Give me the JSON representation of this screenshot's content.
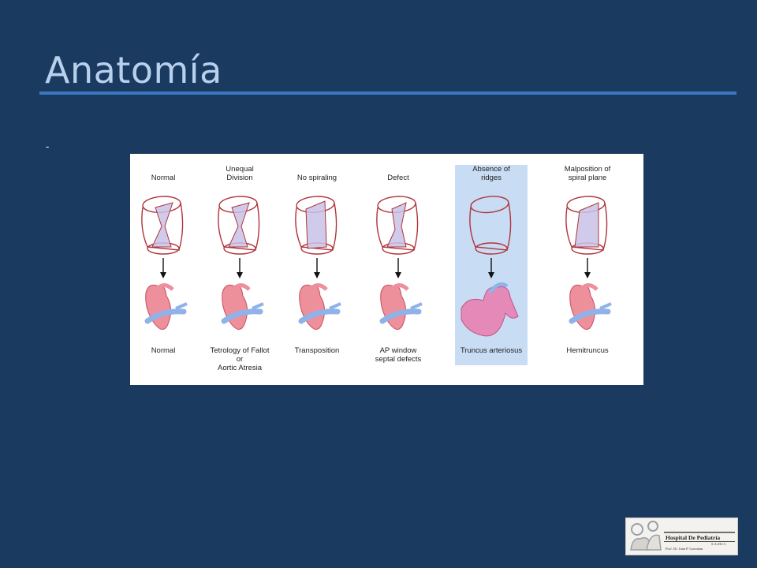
{
  "slide": {
    "title": "Anatomía",
    "bullet": "-"
  },
  "figure": {
    "columns": [
      {
        "top_label": [
          "Normal"
        ],
        "bottom_label": [
          "Normal"
        ],
        "highlighted": false
      },
      {
        "top_label": [
          "Unequal",
          "Division"
        ],
        "bottom_label": [
          "Tetrology of Fallot",
          "or",
          "Aortic Atresia"
        ],
        "highlighted": false
      },
      {
        "top_label": [
          "No spiraling"
        ],
        "bottom_label": [
          "Transposition"
        ],
        "highlighted": false
      },
      {
        "top_label": [
          "Defect"
        ],
        "bottom_label": [
          "AP window",
          "septal defects"
        ],
        "highlighted": false
      },
      {
        "top_label": [
          "Absence of",
          "ridges"
        ],
        "bottom_label": [
          "Truncus arteriosus"
        ],
        "highlighted": true
      },
      {
        "top_label": [
          "Malposition of",
          "spiral plane"
        ],
        "bottom_label": [
          "Hemitruncus"
        ],
        "highlighted": false
      }
    ]
  },
  "logo": {
    "line1": "Hospital De Pediatría",
    "line2": "S.A.M.I.C.",
    "line3": "Prof. Dr. Juan P. Garrahan"
  },
  "colors": {
    "background": "#1b3a60",
    "title": "#b7d0ee",
    "rule": "#3a78c4",
    "highlight": "#c8dcf4"
  }
}
